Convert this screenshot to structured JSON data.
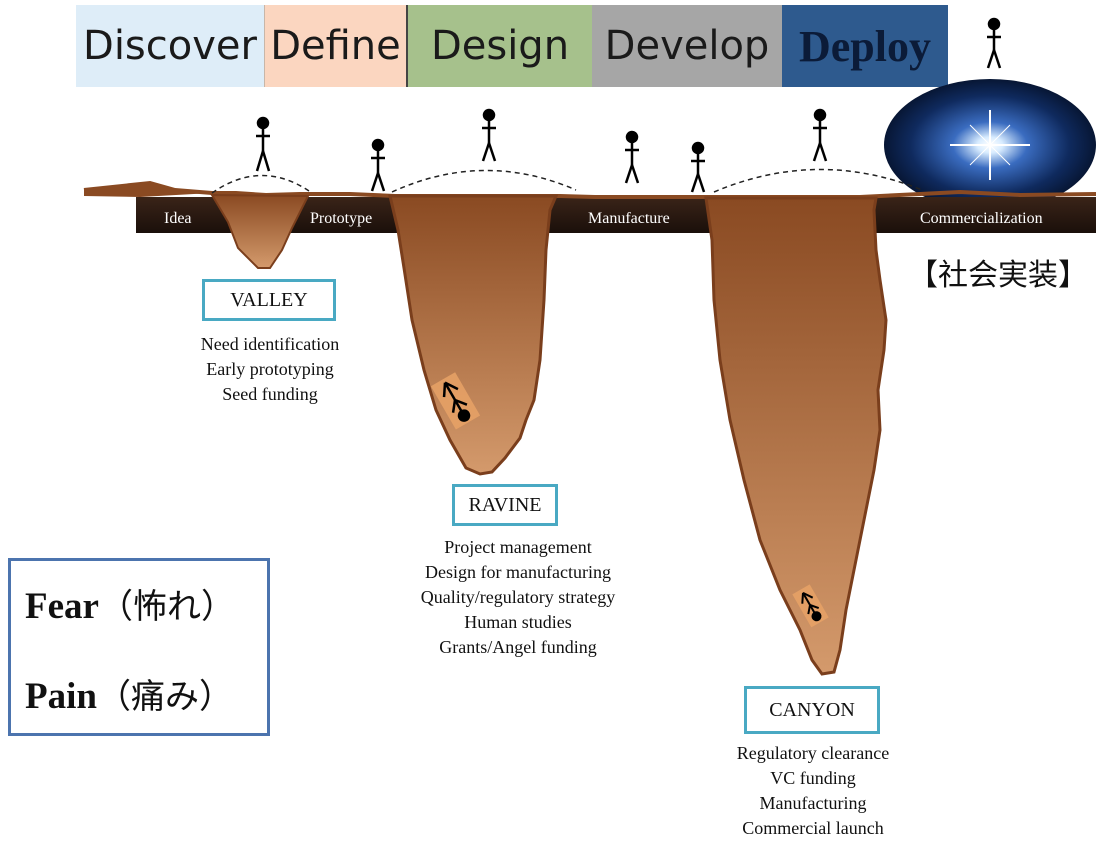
{
  "phases": {
    "discover": "Discover",
    "define": "Define",
    "design": "Design",
    "develop": "Develop",
    "deploy": "Deploy"
  },
  "stages": {
    "idea": "Idea",
    "prototype": "Prototype",
    "manufacture": "Manufacture",
    "commercialization": "Commercialization"
  },
  "japanese_label": "【社会実装】",
  "gaps": {
    "valley": {
      "title": "VALLEY",
      "items": [
        "Need identification",
        "Early prototyping",
        "Seed funding"
      ]
    },
    "ravine": {
      "title": "RAVINE",
      "items": [
        "Project management",
        "Design for manufacturing",
        "Quality/regulatory strategy",
        "Human studies",
        "Grants/Angel funding"
      ]
    },
    "canyon": {
      "title": "CANYON",
      "items": [
        "Regulatory clearance",
        "VC funding",
        "Manufacturing",
        "Commercial launch"
      ]
    }
  },
  "fear_pain": {
    "fear_en": "Fear",
    "fear_jp": "（怖れ）",
    "pain_en": "Pain",
    "pain_jp": "（痛み）"
  },
  "colors": {
    "chasm_dark": "#8a4a22",
    "chasm_light": "#d49a6c",
    "road": "#2b1a12",
    "box_border": "#49a9c3",
    "fear_border": "#4c74ae",
    "glow": "#1c3f86"
  }
}
